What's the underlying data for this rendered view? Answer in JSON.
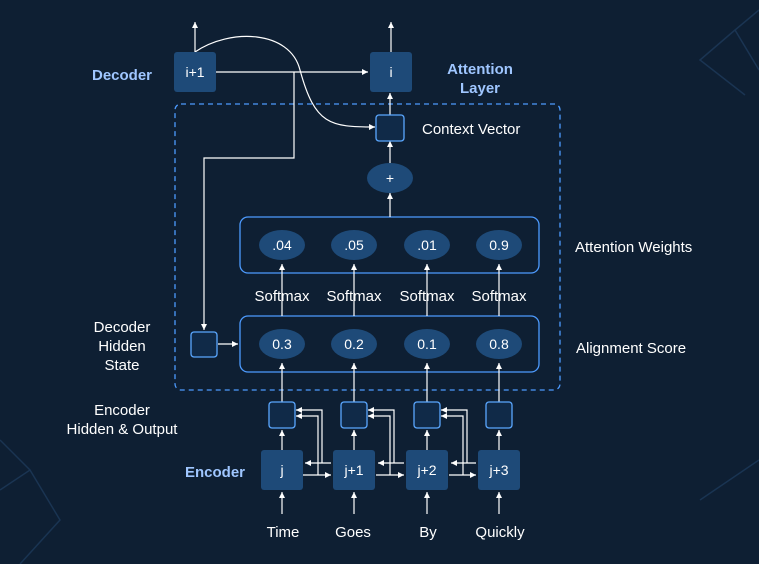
{
  "labels": {
    "decoder": "Decoder",
    "attention_layer_line1": "Attention",
    "attention_layer_line2": "Layer",
    "context_vector": "Context Vector",
    "attention_weights": "Attention Weights",
    "alignment_score": "Alignment Score",
    "decoder_hidden_line1": "Decoder",
    "decoder_hidden_line2": "Hidden",
    "decoder_hidden_line3": "State",
    "encoder_hidden_line1": "Encoder",
    "encoder_hidden_line2": "Hidden & Output",
    "encoder": "Encoder"
  },
  "decoder_node": "i+1",
  "attention_node": "i",
  "sum_node": "+",
  "attention_weights": [
    ".04",
    ".05",
    ".01",
    "0.9"
  ],
  "softmax_labels": [
    "Softmax",
    "Softmax",
    "Softmax",
    "Softmax"
  ],
  "alignment_scores": [
    "0.3",
    "0.2",
    "0.1",
    "0.8"
  ],
  "encoder_nodes": [
    "j",
    "j+1",
    "j+2",
    "j+3"
  ],
  "input_words": [
    "Time",
    "Goes",
    "By",
    "Quickly"
  ],
  "colors": {
    "background": "#0e1f33",
    "node_fill": "#1e4a78",
    "accent_blue": "#4d9bff",
    "label_blue": "#9fc6ff",
    "text": "#ffffff"
  }
}
